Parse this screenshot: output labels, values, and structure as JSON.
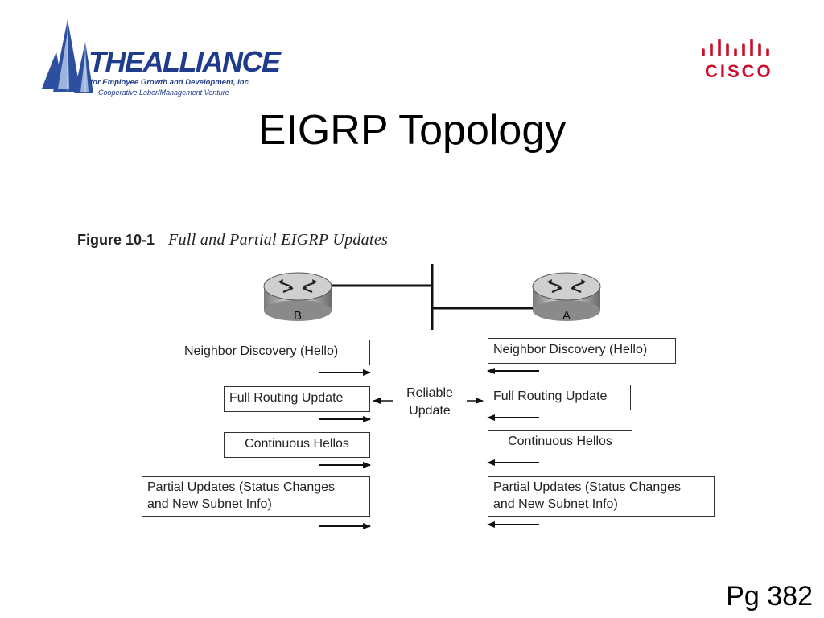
{
  "slide": {
    "title": "EIGRP Topology",
    "page_number": "Pg 382"
  },
  "logos": {
    "alliance": {
      "name": "THEALLIANCE",
      "tagline": "for Employee Growth and Development, Inc.",
      "subtitle": "Cooperative Labor/Management Venture",
      "color": "#1f3b8c"
    },
    "cisco": {
      "name": "CISCO",
      "color": "#c8102e"
    }
  },
  "figure": {
    "label": "Figure 10-1",
    "title": "Full and Partial EIGRP Updates",
    "routers": {
      "left": "B",
      "right": "A"
    },
    "center_label": [
      "Reliable",
      "Update"
    ],
    "left_boxes": [
      "Neighbor Discovery (Hello)",
      "Full Routing Update",
      "Continuous Hellos",
      [
        "Partial Updates (Status Changes",
        "and New Subnet Info)"
      ]
    ],
    "right_boxes": [
      "Neighbor Discovery (Hello)",
      "Full Routing Update",
      "Continuous Hellos",
      [
        "Partial Updates (Status Changes",
        "and New Subnet Info)"
      ]
    ]
  }
}
